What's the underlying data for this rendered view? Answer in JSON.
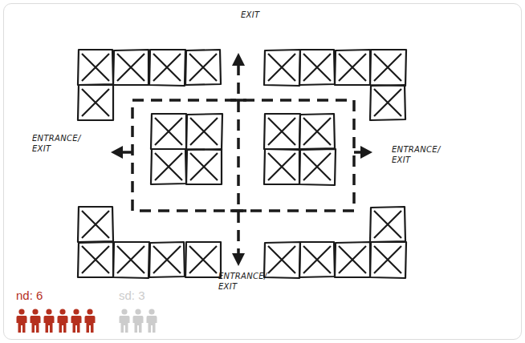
{
  "diagram": {
    "labels": [
      "EXIT",
      "ENTRANCE/ EXIT",
      "ENTRANCE/ EXIT",
      "ENTRANCE/ EXIT",
      "nd: 6",
      "sd: 3"
    ]
  }
}
